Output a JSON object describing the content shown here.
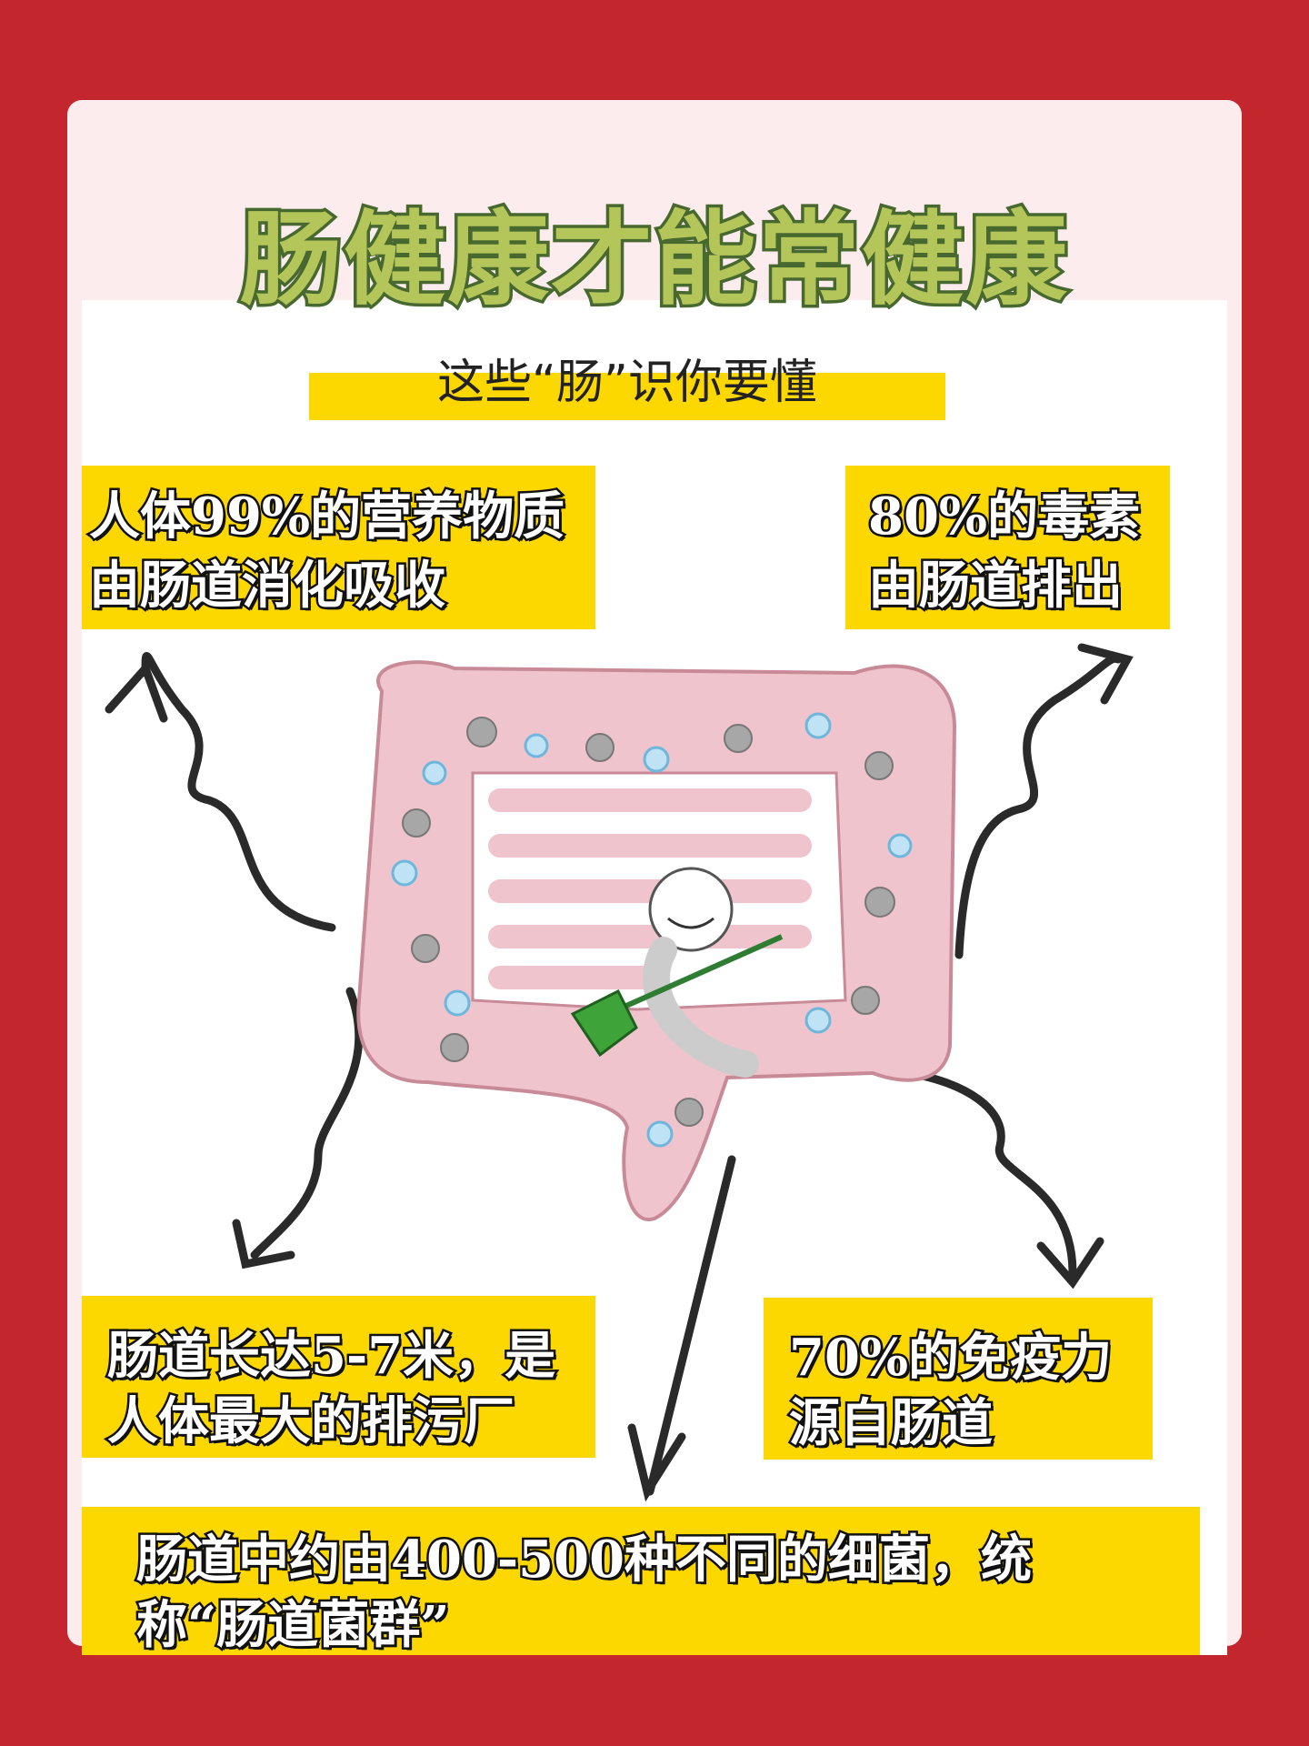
{
  "title": "肠健康才能常健康",
  "subtitle": "这些“肠”识你要懂",
  "facts": {
    "nutrients": [
      "人体99%的营养物质",
      "由肠道消化吸收"
    ],
    "toxins": [
      "80%的毒素",
      "由肠道排出"
    ],
    "length": [
      "肠道长达5-7米，是",
      "人体最大的排污厂"
    ],
    "immunity": [
      "70%的免疫力",
      "源自肠道"
    ],
    "bacteria": [
      "肠道中约由400-500种不同的细菌，统",
      "称“肠道菌群”"
    ]
  },
  "colors": {
    "background": "#c4262e",
    "highlight": "#fdd800",
    "title_fill": "#b4c65a",
    "title_stroke": "#47682f",
    "intestine": "#f0c4cc"
  }
}
